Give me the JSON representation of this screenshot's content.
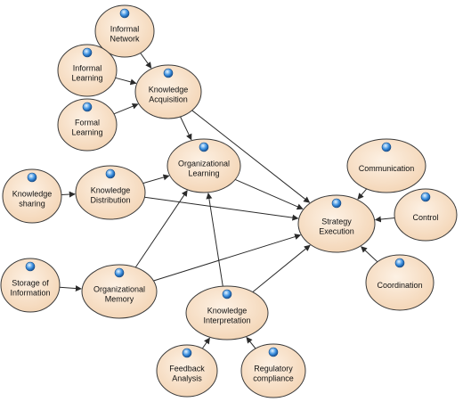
{
  "diagram": {
    "nodes": [
      {
        "id": "informal_network",
        "lines": [
          "Informal",
          "Network"
        ]
      },
      {
        "id": "informal_learning",
        "lines": [
          "Informal",
          "Learning"
        ]
      },
      {
        "id": "formal_learning",
        "lines": [
          "Formal",
          "Learning"
        ]
      },
      {
        "id": "knowledge_acquisition",
        "lines": [
          "Knowledge",
          "Acquisition"
        ]
      },
      {
        "id": "organizational_learning",
        "lines": [
          "Organizational",
          "Learning"
        ]
      },
      {
        "id": "knowledge_sharing",
        "lines": [
          "Knowledge",
          "sharing"
        ]
      },
      {
        "id": "knowledge_distribution",
        "lines": [
          "Knowledge",
          "Distribution"
        ]
      },
      {
        "id": "storage_of_information",
        "lines": [
          "Storage of",
          "Information"
        ]
      },
      {
        "id": "organizational_memory",
        "lines": [
          "Organizational",
          "Memory"
        ]
      },
      {
        "id": "knowledge_interpretation",
        "lines": [
          "Knowledge",
          "Interpretation"
        ]
      },
      {
        "id": "feedback_analysis",
        "lines": [
          "Feedback",
          "Analysis"
        ]
      },
      {
        "id": "regulatory_compliance",
        "lines": [
          "Regulatory",
          "compliance"
        ]
      },
      {
        "id": "strategy_execution",
        "lines": [
          "Strategy",
          "Execution"
        ]
      },
      {
        "id": "communication",
        "lines": [
          "Communication"
        ]
      },
      {
        "id": "control",
        "lines": [
          "Control"
        ]
      },
      {
        "id": "coordination",
        "lines": [
          "Coordination"
        ]
      }
    ],
    "edges": [
      {
        "from": "informal_network",
        "to": "knowledge_acquisition"
      },
      {
        "from": "informal_learning",
        "to": "knowledge_acquisition"
      },
      {
        "from": "formal_learning",
        "to": "knowledge_acquisition"
      },
      {
        "from": "knowledge_acquisition",
        "to": "organizational_learning"
      },
      {
        "from": "knowledge_acquisition",
        "to": "strategy_execution"
      },
      {
        "from": "knowledge_sharing",
        "to": "knowledge_distribution"
      },
      {
        "from": "knowledge_distribution",
        "to": "organizational_learning"
      },
      {
        "from": "knowledge_distribution",
        "to": "strategy_execution"
      },
      {
        "from": "organizational_learning",
        "to": "strategy_execution"
      },
      {
        "from": "storage_of_information",
        "to": "organizational_memory"
      },
      {
        "from": "organizational_memory",
        "to": "organizational_learning"
      },
      {
        "from": "organizational_memory",
        "to": "strategy_execution"
      },
      {
        "from": "knowledge_interpretation",
        "to": "organizational_learning"
      },
      {
        "from": "knowledge_interpretation",
        "to": "strategy_execution"
      },
      {
        "from": "feedback_analysis",
        "to": "knowledge_interpretation"
      },
      {
        "from": "regulatory_compliance",
        "to": "knowledge_interpretation"
      },
      {
        "from": "communication",
        "to": "strategy_execution"
      },
      {
        "from": "control",
        "to": "strategy_execution"
      },
      {
        "from": "coordination",
        "to": "strategy_execution"
      }
    ],
    "colors": {
      "node_fill_light": "#fdf1e4",
      "node_fill_dark": "#f3d4b4",
      "node_stroke": "#3a3a3a",
      "edge": "#2b2b2b",
      "indicator": "#3a8fe0"
    }
  }
}
